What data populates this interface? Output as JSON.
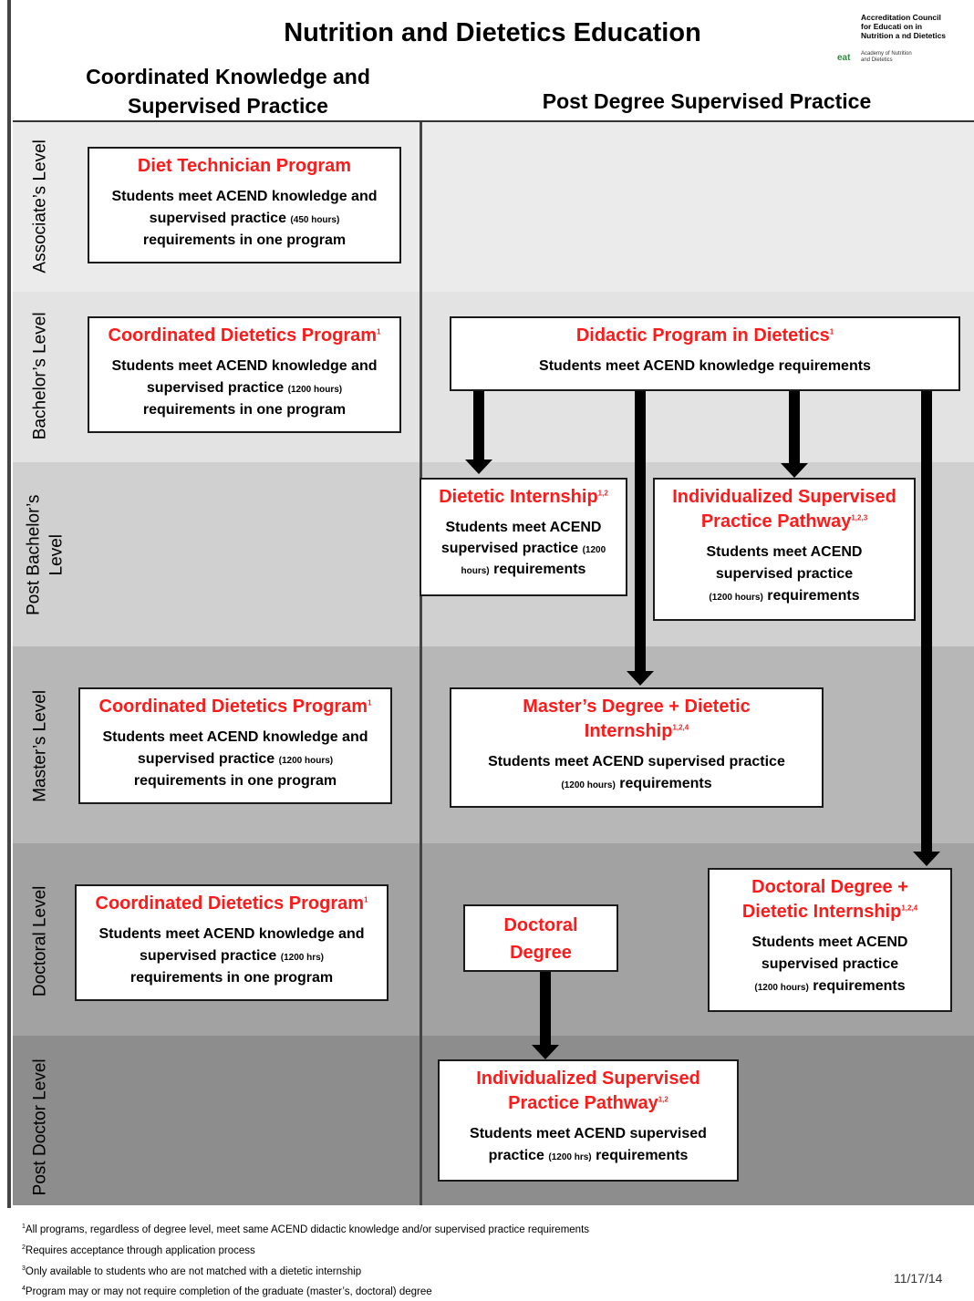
{
  "title": "Nutrition and Dietetics Education",
  "logo": {
    "line1": "Accreditation Council",
    "line2": "for Educati on in",
    "line3": "Nutrition a nd Dietetics",
    "sub1": "Academy of Nutrition",
    "sub2": "and Dietetics",
    "mark": "eat"
  },
  "columns": {
    "left_line1": "Coordinated Knowledge and",
    "left_line2": "Supervised Practice",
    "right": "Post Degree Supervised Practice"
  },
  "levels": {
    "associate": "Associate’s Level",
    "bachelor": "Bachelor’s Level",
    "post_bachelor_line1": "Post Bachelor’s",
    "post_bachelor_line2": "Level",
    "master": "Master’s Level",
    "doctoral": "Doctoral Level",
    "post_doctor": "Post Doctor Level"
  },
  "boxes": {
    "diet_tech": {
      "title": "Diet Technician Program",
      "line1": "Students meet ACEND knowledge and",
      "line2a": "supervised practice ",
      "line2b": "(450 hours)",
      "line3": "requirements in one program"
    },
    "cdp_bachelor": {
      "title": "Coordinated Dietetics Program",
      "sup": "1",
      "line1": "Students meet ACEND knowledge and",
      "line2a": "supervised practice ",
      "line2b": "(1200 hours)",
      "line3": "requirements in one program"
    },
    "dpd": {
      "title": "Didactic Program in Dietetics",
      "sup": "1",
      "line1": "Students meet ACEND knowledge requirements"
    },
    "internship": {
      "title": "Dietetic Internship",
      "sup": "1,2",
      "line1": "Students meet ACEND",
      "line2a": "supervised practice ",
      "line2b": "(1200",
      "line3a": "hours)",
      "line3b": " requirements"
    },
    "isp_post_bachelor": {
      "title1": "Individualized Supervised",
      "title2": "Practice Pathway",
      "sup": "1,2,3",
      "line1": "Students meet ACEND",
      "line2": "supervised practice",
      "line3a": "(1200 hours)",
      "line3b": " requirements"
    },
    "cdp_master": {
      "title": "Coordinated Dietetics Program",
      "sup": "1",
      "line1": "Students meet ACEND knowledge and",
      "line2a": "supervised practice ",
      "line2b": "(1200 hours)",
      "line3": "requirements in one program"
    },
    "master_di": {
      "title1": "Master’s  Degree + Dietetic",
      "title2": "Internship",
      "sup": "1,2,4",
      "line1": "Students meet ACEND supervised practice",
      "line2a": "(1200 hours)",
      "line2b": " requirements"
    },
    "cdp_doctoral": {
      "title": "Coordinated Dietetics Program",
      "sup": "1",
      "line1": "Students meet ACEND knowledge and",
      "line2a": "supervised practice ",
      "line2b": "(1200 hrs)",
      "line3": "requirements in one program"
    },
    "doctoral_degree": {
      "title1": "Doctoral",
      "title2": "Degree"
    },
    "doctoral_di": {
      "title1": "Doctoral Degree +",
      "title2": "Dietetic Internship",
      "sup": "1,2,4",
      "line1": "Students meet ACEND",
      "line2": "supervised practice",
      "line3a": "(1200 hours)",
      "line3b": " requirements"
    },
    "isp_post_doctor": {
      "title1": "Individualized Supervised",
      "title2": "Practice Pathway",
      "sup": "1,2",
      "line1": "Students meet ACEND supervised",
      "line2a": "practice ",
      "line2b": "(1200 hrs)",
      "line2c": " requirements"
    }
  },
  "footnotes": [
    {
      "num": "1",
      "text": "All programs, regardless of degree level, meet same ACEND didactic knowledge and/or supervised practice requirements"
    },
    {
      "num": "2",
      "text": "Requires acceptance through application process"
    },
    {
      "num": "3",
      "text": "Only available to students who are not matched with a dietetic internship"
    },
    {
      "num": "4",
      "text": "Program may or may not require completion of the graduate (master’s, doctoral) degree"
    }
  ],
  "date": "11/17/14",
  "colors": {
    "title_red": "#ff1a1a",
    "band_associate": "#ebebeb",
    "band_bachelor": "#e3e3e3",
    "band_post_bachelor": "#d0d0d0",
    "band_master": "#b7b7b7",
    "band_doctoral": "#a2a2a2",
    "band_post_doctor": "#8d8d8d"
  }
}
